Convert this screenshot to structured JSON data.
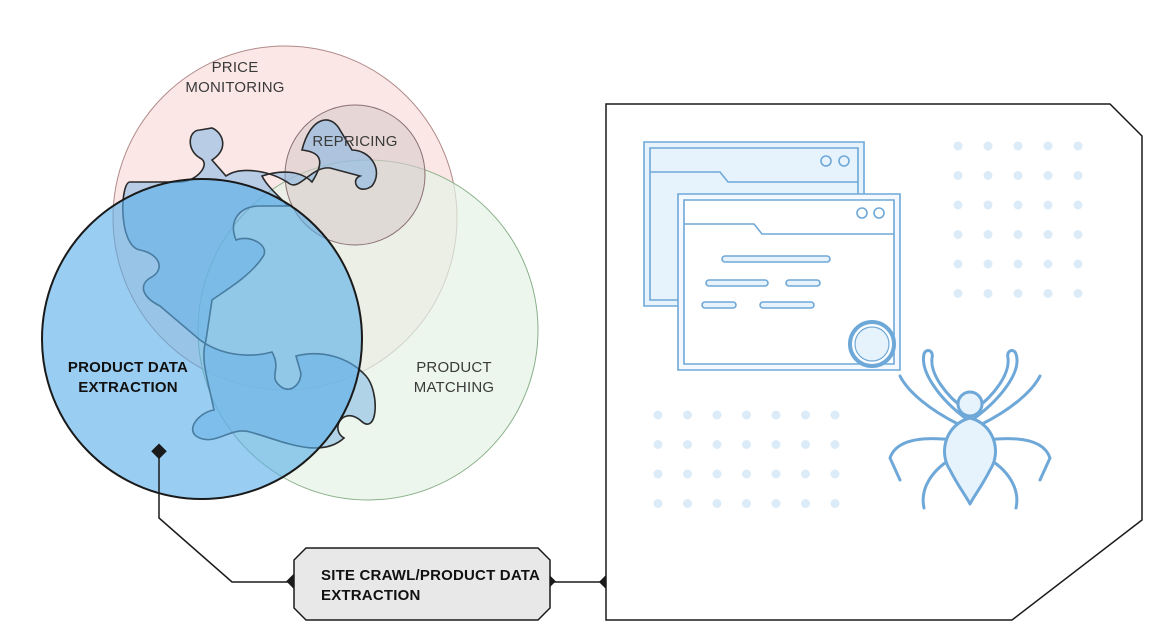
{
  "diagram": {
    "labels": {
      "price_monitoring": [
        "PRICE",
        "MONITORING"
      ],
      "repricing": [
        "REPRICING"
      ],
      "product_matching": [
        "PRODUCT",
        "MATCHING"
      ],
      "product_data_extraction": [
        "PRODUCT DATA",
        "EXTRACTION"
      ],
      "site_crawl": [
        "SITE CRAWL/PRODUCT DATA",
        "EXTRACTION"
      ]
    },
    "colors": {
      "price_monitoring_fill": "#fbe3e3",
      "product_matching_fill": "#e4f2e4",
      "repricing_fill": "#e2d6d6",
      "extraction_fill": "#5aaee8",
      "puzzle_fill": "#7fb7e6",
      "icon_stroke": "#6ea8d8",
      "icon_fill": "#e6f3fc",
      "outline": "#1a1a1a"
    },
    "icons": [
      "browser-window-icon",
      "search-magnifier-icon",
      "spider-icon",
      "dot-grid-icon"
    ]
  }
}
